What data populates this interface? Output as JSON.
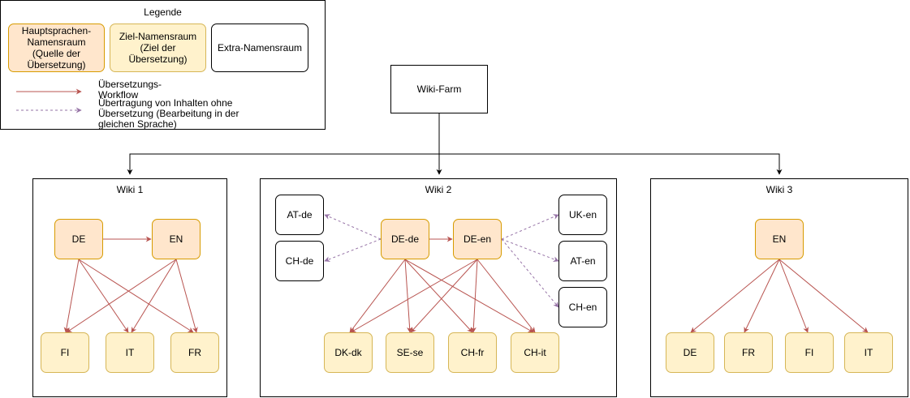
{
  "colors": {
    "main_fill": "#ffe6cc",
    "main_stroke": "#d79b00",
    "target_fill": "#fff2cc",
    "target_stroke": "#d6b656",
    "workflow_arrow": "#b85450",
    "transfer_arrow": "#9673a6"
  },
  "legend": {
    "title": "Legende",
    "main_ns": "Hauptsprachen-Namensraum (Quelle der Übersetzung)",
    "target_ns": "Ziel-Namensraum (Ziel der Übersetzung)",
    "extra_ns": "Extra-Namensraum",
    "workflow": "Übersetzungs-Workflow",
    "transfer": "Übertragung von Inhalten ohne Übersetzung (Bearbeitung in der gleichen Sprache)"
  },
  "farm": {
    "label": "Wiki-Farm"
  },
  "wiki1": {
    "title": "Wiki 1",
    "de": "DE",
    "en": "EN",
    "fi": "FI",
    "it": "IT",
    "fr": "FR"
  },
  "wiki2": {
    "title": "Wiki 2",
    "at_de": "AT-de",
    "ch_de": "CH-de",
    "de_de": "DE-de",
    "de_en": "DE-en",
    "uk_en": "UK-en",
    "at_en": "AT-en",
    "ch_en": "CH-en",
    "dk_dk": "DK-dk",
    "se_se": "SE-se",
    "ch_fr": "CH-fr",
    "ch_it": "CH-it"
  },
  "wiki3": {
    "title": "Wiki 3",
    "en": "EN",
    "de": "DE",
    "fr": "FR",
    "fi": "FI",
    "it": "IT"
  }
}
